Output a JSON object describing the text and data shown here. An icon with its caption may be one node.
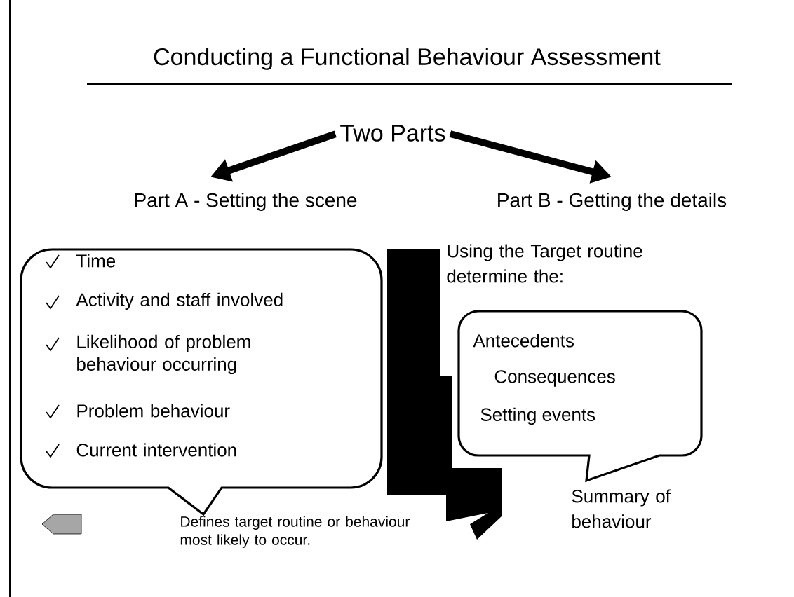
{
  "diagram": {
    "title": "Conducting a Functional Behaviour Assessment",
    "nodes": [
      {
        "text": [
          "Two Parts"
        ]
      },
      {
        "text": [
          "Part A - Setting the scene"
        ]
      },
      {
        "text": [
          "Part B - Getting the details"
        ]
      },
      {
        "text": [
          "Time",
          "Activity and staff involved",
          "Likelihood of problem behaviour occurring",
          "Problem behaviour",
          "Current intervention"
        ],
        "beside": [
          "Defines target routine or behaviour most likely to occur."
        ]
      },
      {
        "text": [
          "Antecedents",
          "Consequences",
          "Setting events"
        ],
        "beside": [
          "Summary of behaviour"
        ]
      }
    ],
    "edges": [
      {
        "from": 0,
        "to": 1,
        "arrow": "to"
      },
      {
        "from": 0,
        "to": 2,
        "arrow": "to"
      }
    ],
    "labels": [
      "Using the Target routine determine the:"
    ]
  }
}
